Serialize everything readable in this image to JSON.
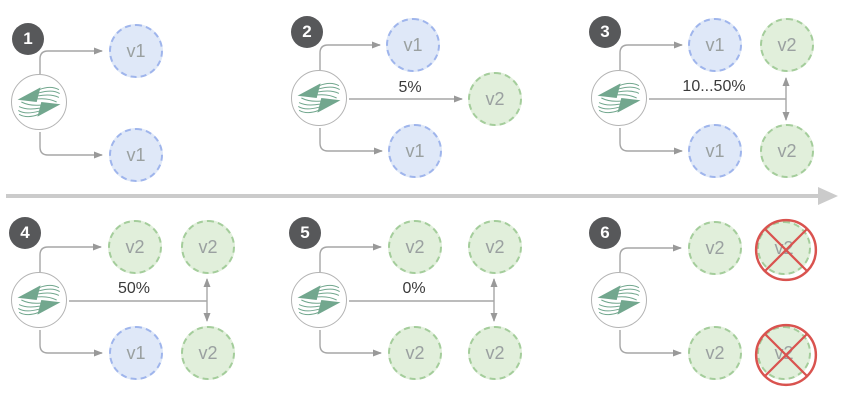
{
  "theme": {
    "v1_fill": "#dfe8f8",
    "v1_border": "#9fb5ec",
    "v2_fill": "#e1efdb",
    "v2_border": "#a4cd9b",
    "node_text": "#9aa0a0",
    "badge_bg": "#57585a",
    "badge_text": "#ffffff",
    "line": "#a6a6a6",
    "divider": "#cbcbcb",
    "cross_red": "#d9534f",
    "logo_green": "#72a78e",
    "service_border": "#b3b3b3",
    "label_text": "#3a3a3a",
    "background": "#ffffff"
  },
  "icons": {
    "service_router": "traffic-swap-icon",
    "terminated_pod": "crossed-out-circle-icon",
    "timeline": "right-arrow"
  },
  "panels": [
    {
      "step": "1",
      "traffic_label": "",
      "nodes": [
        {
          "label": "v1",
          "variant": "v1"
        },
        {
          "label": "v1",
          "variant": "v1"
        }
      ]
    },
    {
      "step": "2",
      "traffic_label": "5%",
      "nodes": [
        {
          "label": "v1",
          "variant": "v1"
        },
        {
          "label": "v2",
          "variant": "v2"
        },
        {
          "label": "v1",
          "variant": "v1"
        }
      ]
    },
    {
      "step": "3",
      "traffic_label": "10...50%",
      "nodes": [
        {
          "label": "v1",
          "variant": "v1"
        },
        {
          "label": "v2",
          "variant": "v2"
        },
        {
          "label": "v1",
          "variant": "v1"
        },
        {
          "label": "v2",
          "variant": "v2"
        }
      ]
    },
    {
      "step": "4",
      "traffic_label": "50%",
      "nodes": [
        {
          "label": "v2",
          "variant": "v2"
        },
        {
          "label": "v2",
          "variant": "v2"
        },
        {
          "label": "v1",
          "variant": "v1"
        },
        {
          "label": "v2",
          "variant": "v2"
        }
      ]
    },
    {
      "step": "5",
      "traffic_label": "0%",
      "nodes": [
        {
          "label": "v2",
          "variant": "v2"
        },
        {
          "label": "v2",
          "variant": "v2"
        },
        {
          "label": "v2",
          "variant": "v2"
        },
        {
          "label": "v2",
          "variant": "v2"
        }
      ]
    },
    {
      "step": "6",
      "traffic_label": "",
      "nodes": [
        {
          "label": "v2",
          "variant": "v2"
        },
        {
          "label": "v2",
          "variant": "v2",
          "crossed": true
        },
        {
          "label": "v2",
          "variant": "v2"
        },
        {
          "label": "v2",
          "variant": "v2",
          "crossed": true
        }
      ]
    }
  ]
}
